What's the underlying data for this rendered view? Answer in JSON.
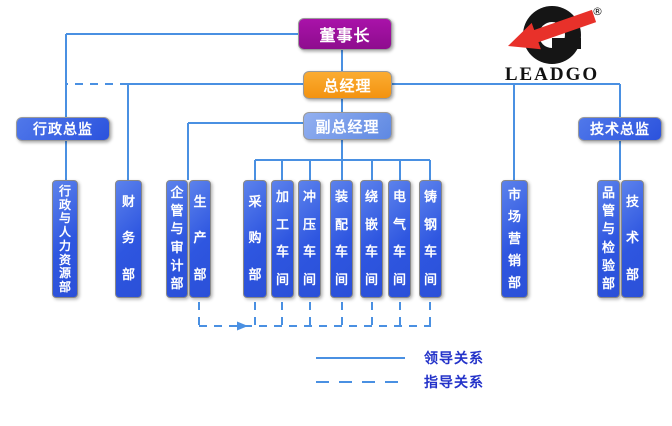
{
  "diagram": {
    "type": "org-chart",
    "nodes": {
      "chairman": "董事长",
      "general_manager": "总经理",
      "deputy_general_manager": "副总经理",
      "admin_director": "行政总监",
      "tech_director": "技术总监"
    },
    "departments": [
      {
        "label": "行政与人力资源部"
      },
      {
        "label": "财务部"
      },
      {
        "label": "企管与审计部"
      },
      {
        "label": "生产部"
      },
      {
        "label": "采购部"
      },
      {
        "label": "加工车间"
      },
      {
        "label": "冲压车间"
      },
      {
        "label": "装配车间"
      },
      {
        "label": "绕嵌车间"
      },
      {
        "label": "电气车间"
      },
      {
        "label": "铸钢车间"
      },
      {
        "label": "市场营销部"
      },
      {
        "label": "品管与检验部"
      },
      {
        "label": "技术部"
      }
    ],
    "legend": {
      "lead_label": "领导关系",
      "guide_label": "指导关系"
    },
    "logo": {
      "brand": "LEADGO",
      "registered_mark": "®"
    },
    "colors": {
      "line_blue": "#4A90E2",
      "legend_text_blue": "#2433C9",
      "department_blue": "#2E56E0",
      "chairman_purple": "#940E94",
      "gm_orange": "#F8A01D",
      "dgm_light_blue": "#6C96E3",
      "logo_red": "#E8312A",
      "logo_black": "#151515"
    }
  }
}
